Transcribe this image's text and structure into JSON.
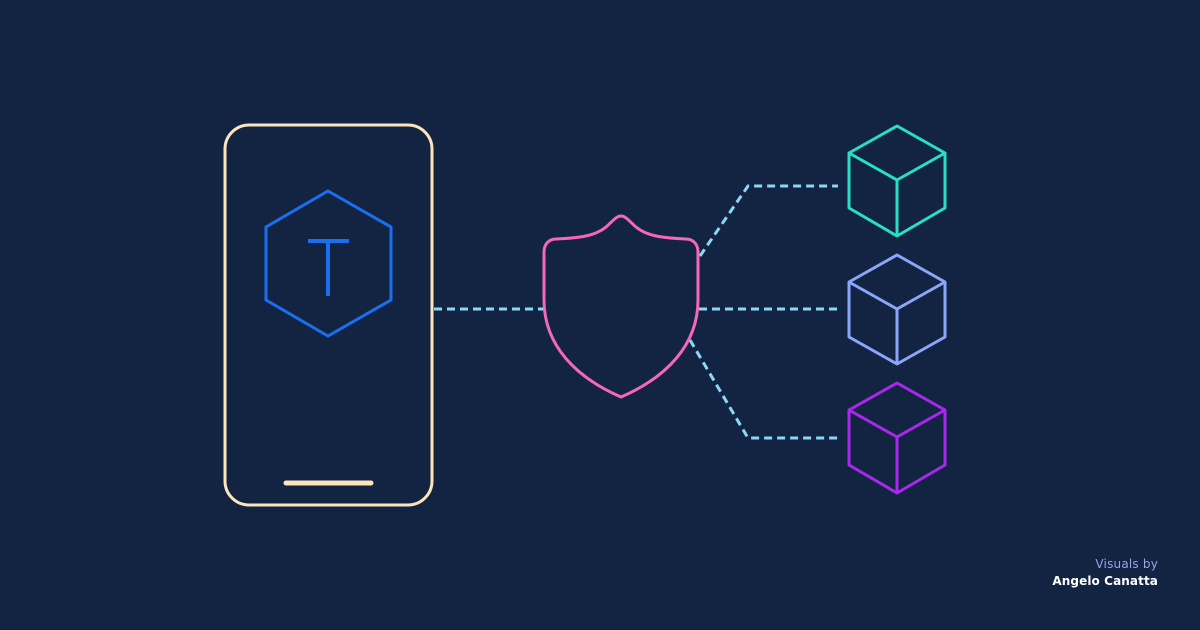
{
  "diagram": {
    "background_color": "#132443",
    "phone": {
      "outline_color": "#fde4bb",
      "token_icon": {
        "letter": "T",
        "color": "#1a6fef"
      }
    },
    "shield": {
      "outline_color": "#f467b9"
    },
    "connectors": {
      "color": "#8ad8f5",
      "style": "dashed"
    },
    "cubes": [
      {
        "name": "cube-top",
        "color": "#29ddc8"
      },
      {
        "name": "cube-middle",
        "color": "#8ba6f9"
      },
      {
        "name": "cube-bottom",
        "color": "#a928ec"
      }
    ]
  },
  "credit": {
    "line1": "Visuals by",
    "line2": "Angelo Canatta"
  }
}
